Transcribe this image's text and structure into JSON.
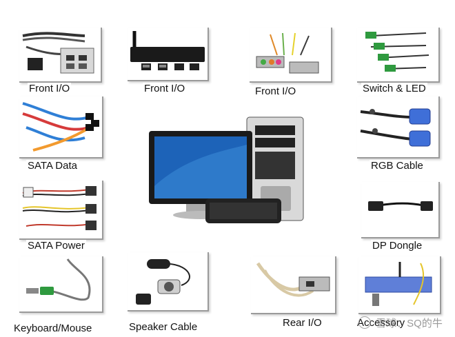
{
  "tiles": [
    {
      "key": "front-io-1",
      "label": "Front I/O"
    },
    {
      "key": "front-io-2",
      "label": "Front I/O"
    },
    {
      "key": "front-io-3",
      "label": "Front I/O"
    },
    {
      "key": "switch-led",
      "label": "Switch & LED"
    },
    {
      "key": "sata-data",
      "label": "SATA Data"
    },
    {
      "key": "rgb-cable",
      "label": "RGB Cable"
    },
    {
      "key": "sata-power",
      "label": "SATA Power"
    },
    {
      "key": "dp-dongle",
      "label": "DP Dongle"
    },
    {
      "key": "keyboard-mouse",
      "label": "Keyboard/Mouse"
    },
    {
      "key": "speaker-cable",
      "label": "Speaker Cable"
    },
    {
      "key": "rear-io",
      "label": "Rear I/O"
    },
    {
      "key": "accessory",
      "label": "Accessory"
    }
  ],
  "watermark": {
    "text": "雪球：SQ的牛"
  },
  "colors": {
    "tile_border": "#9a9a9a",
    "sata_data": "#2f7fd6",
    "sata_orange": "#f29a2e",
    "rgb_blue": "#3f6fd8",
    "screen": "#1d63b8"
  }
}
